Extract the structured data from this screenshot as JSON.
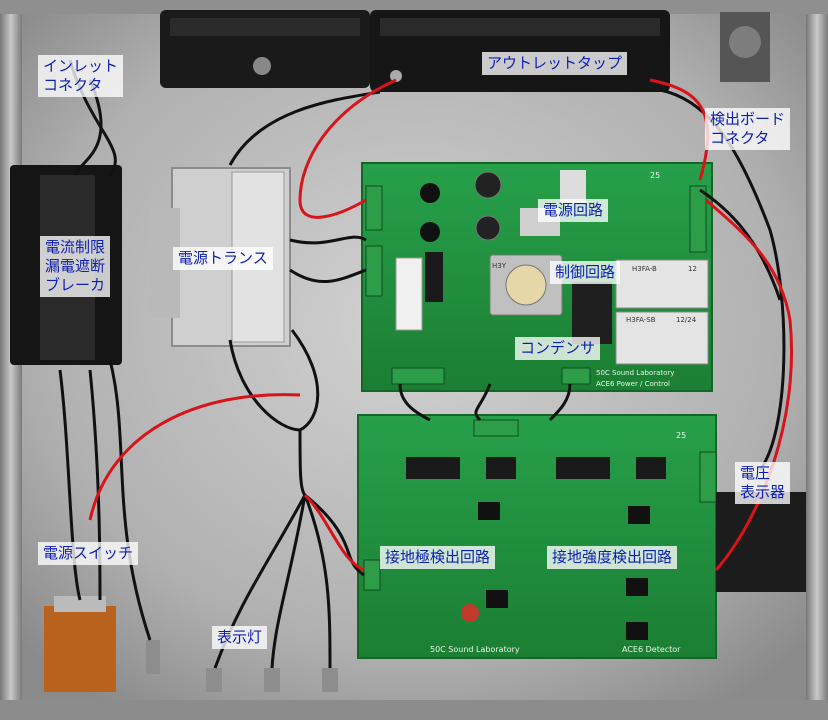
{
  "colors": {
    "pcb_green": "#1f8a3a",
    "chassis": "#a9a9a9",
    "label_text": "#0d1fb0",
    "wire_red": "#d8141b",
    "wire_black": "#111111"
  },
  "labels": {
    "inlet": [
      "インレット",
      "コネクタ"
    ],
    "outlet_tap": [
      "アウトレットタップ"
    ],
    "detect_board_connector": [
      "検出ボード",
      "コネクタ"
    ],
    "power_circuit": [
      "電源回路"
    ],
    "control_circuit": [
      "制御回路"
    ],
    "condenser": [
      "コンデンサ"
    ],
    "power_transformer": [
      "電源トランス"
    ],
    "breaker": [
      "電流制限",
      "漏電遮断",
      "ブレーカ"
    ],
    "voltage_display": [
      "電圧",
      "表示器"
    ],
    "power_switch": [
      "電源スイッチ"
    ],
    "ground_electrode_circuit": [
      "接地極検出回路"
    ],
    "ground_strength_circuit": [
      "接地強度検出回路"
    ],
    "indicator_lamp": [
      "表示灯"
    ]
  },
  "board_silkscreen": {
    "upper_lab": "50C Sound Laboratory",
    "upper_name": "ACE6 Power / Control",
    "lower_lab": "50C Sound Laboratory",
    "lower_name": "ACE6 Detector",
    "relay_1": "H3FA-B",
    "relay_2": "H3FA-SB",
    "timer_label": "H3Y",
    "board_num_upper": "25",
    "board_num_lower": "25",
    "relay_1_num": "12",
    "relay_2_num": "12/24"
  }
}
